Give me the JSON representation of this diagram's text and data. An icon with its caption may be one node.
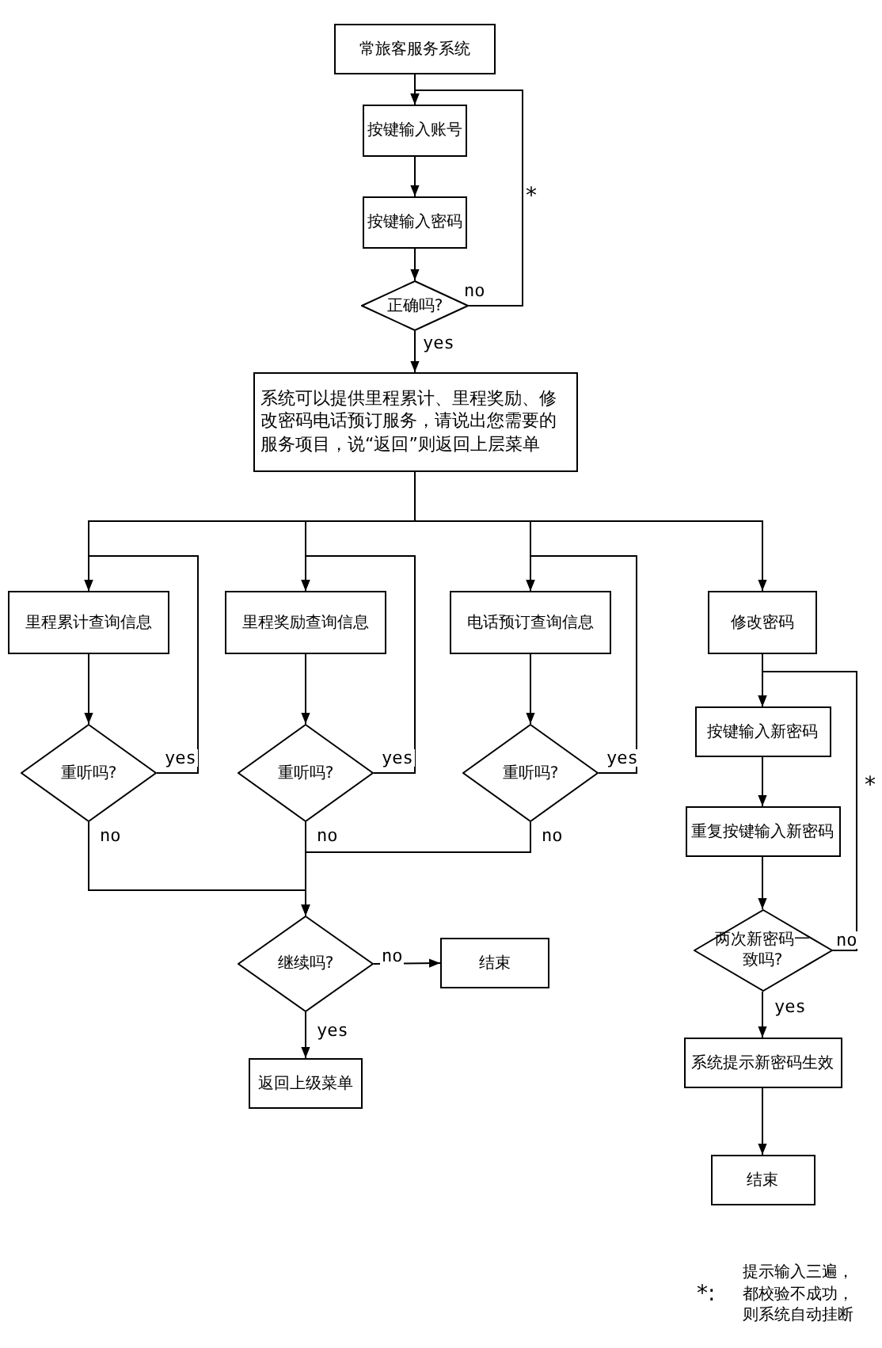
{
  "diagram": {
    "nodes": [
      {
        "text": [
          "常旅客服务系统"
        ]
      },
      {
        "text": [
          "按键输入账号"
        ]
      },
      {
        "text": [
          "按键输入密码"
        ]
      },
      {
        "text": [
          "正确吗?"
        ]
      },
      {
        "text": [
          "系统可以提供里程累计、里程奖励、修改密码电话预订服务，请说出您需要的服务项目，说“返回”则返回上层菜单"
        ]
      },
      {
        "text": [
          "里程累计查询信息"
        ]
      },
      {
        "text": [
          "里程奖励查询信息"
        ]
      },
      {
        "text": [
          "电话预订查询信息"
        ]
      },
      {
        "text": [
          "修改密码"
        ]
      },
      {
        "text": [
          "重听吗?"
        ]
      },
      {
        "text": [
          "重听吗?"
        ]
      },
      {
        "text": [
          "重听吗?"
        ]
      },
      {
        "text": [
          "按键输入新密码"
        ]
      },
      {
        "text": [
          "重复按键输入新密码"
        ]
      },
      {
        "text": [
          "两次新密码一致吗?"
        ]
      },
      {
        "text": [
          "继续吗?"
        ]
      },
      {
        "text": [
          "结束"
        ]
      },
      {
        "text": [
          "返回上级菜单"
        ]
      },
      {
        "text": [
          "系统提示新密码生效"
        ]
      },
      {
        "text": [
          "结束"
        ]
      }
    ],
    "edges": [
      {
        "from": 0,
        "to": 1,
        "arrow": "to"
      },
      {
        "from": 1,
        "to": 2,
        "arrow": "to"
      },
      {
        "from": 2,
        "to": 3,
        "arrow": "to"
      },
      {
        "from": 3,
        "to": 1,
        "arrow": "to",
        "label": "no"
      },
      {
        "from": 3,
        "to": 4,
        "arrow": "to",
        "label": "yes"
      },
      {
        "from": 4,
        "to": 5,
        "arrow": "to"
      },
      {
        "from": 4,
        "to": 6,
        "arrow": "to"
      },
      {
        "from": 4,
        "to": 7,
        "arrow": "to"
      },
      {
        "from": 4,
        "to": 8,
        "arrow": "to"
      },
      {
        "from": 5,
        "to": 9,
        "arrow": "to"
      },
      {
        "from": 9,
        "to": 5,
        "arrow": "to",
        "label": "yes"
      },
      {
        "from": 6,
        "to": 10,
        "arrow": "to"
      },
      {
        "from": 10,
        "to": 6,
        "arrow": "to",
        "label": "yes"
      },
      {
        "from": 7,
        "to": 11,
        "arrow": "to"
      },
      {
        "from": 11,
        "to": 7,
        "arrow": "to",
        "label": "yes"
      },
      {
        "from": 9,
        "to": 15,
        "arrow": "to",
        "label": "no"
      },
      {
        "from": 10,
        "to": 15,
        "arrow": "to",
        "label": "no"
      },
      {
        "from": 11,
        "to": 15,
        "arrow": "to",
        "label": "no"
      },
      {
        "from": 15,
        "to": 16,
        "arrow": "to",
        "label": "no"
      },
      {
        "from": 15,
        "to": 17,
        "arrow": "to",
        "label": "yes"
      },
      {
        "from": 8,
        "to": 12,
        "arrow": "to"
      },
      {
        "from": 12,
        "to": 13,
        "arrow": "to"
      },
      {
        "from": 13,
        "to": 14,
        "arrow": "to"
      },
      {
        "from": 14,
        "to": 12,
        "arrow": "to",
        "label": "no"
      },
      {
        "from": 14,
        "to": 18,
        "arrow": "to",
        "label": "yes"
      },
      {
        "from": 18,
        "to": 19,
        "arrow": "to"
      }
    ],
    "labels": [
      "*",
      "*",
      "*:",
      "提示输入三遍，都校验不成功，则系统自动挂断"
    ]
  }
}
